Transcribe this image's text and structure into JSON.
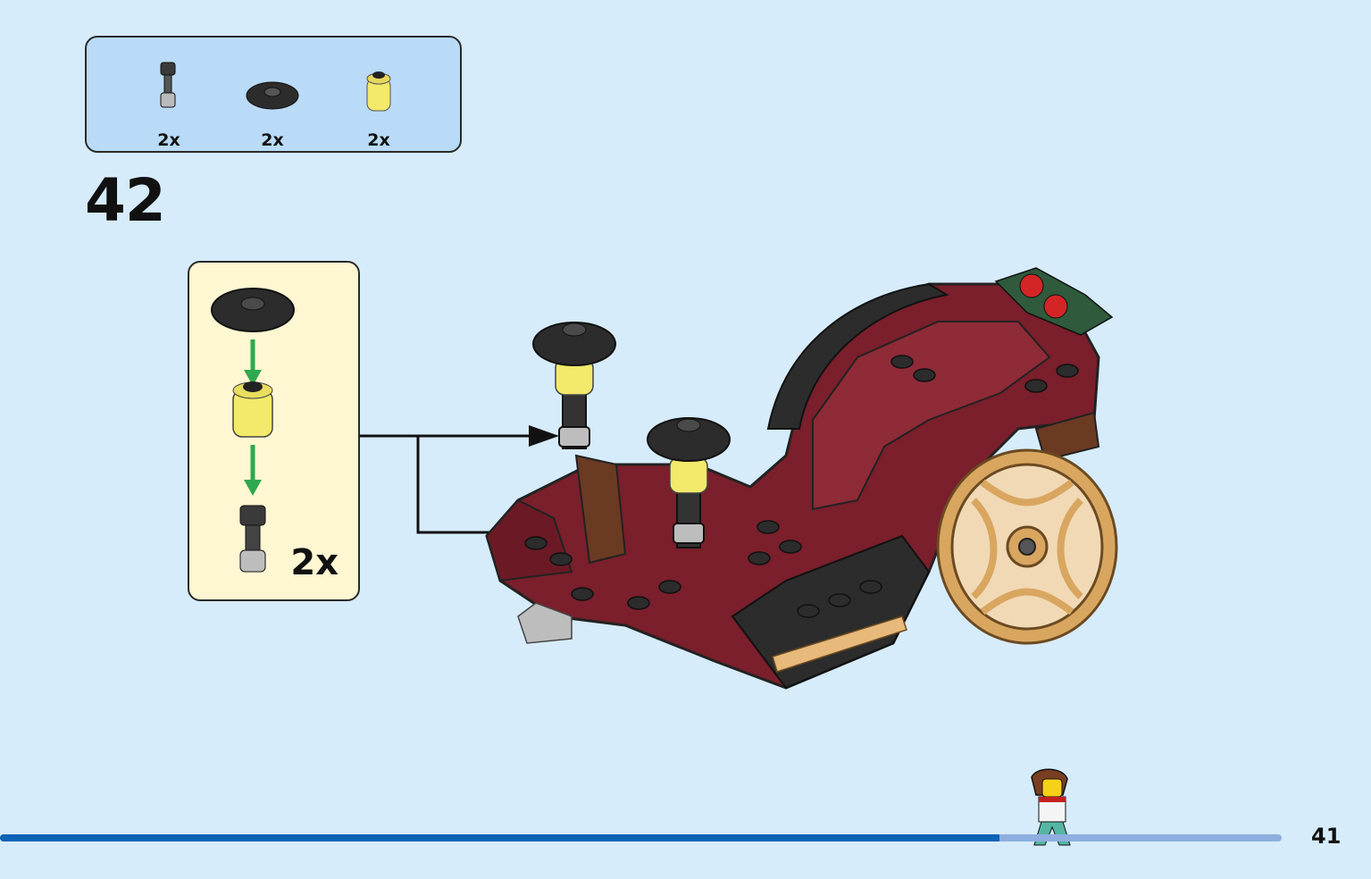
{
  "parts_list": {
    "items": [
      {
        "icon": "antenna-bar-icon",
        "quantity": "2x"
      },
      {
        "icon": "round-dish-icon",
        "quantity": "2x"
      },
      {
        "icon": "trans-yellow-round-brick-icon",
        "quantity": "2x"
      }
    ]
  },
  "step": {
    "number": "42"
  },
  "subassembly": {
    "multiplier": "2x"
  },
  "progress": {
    "fraction": 0.78
  },
  "page": {
    "number": "41"
  },
  "colors": {
    "background": "#d6ecfb",
    "parts_box": "#b9dbf7",
    "sub_box": "#fff6d2",
    "progress_fill": "#0b63b5",
    "progress_track": "#8eaedf",
    "carriage_body": "#7a1f2b",
    "wheel": "#d9a660",
    "arrow_green": "#2fa84f"
  }
}
